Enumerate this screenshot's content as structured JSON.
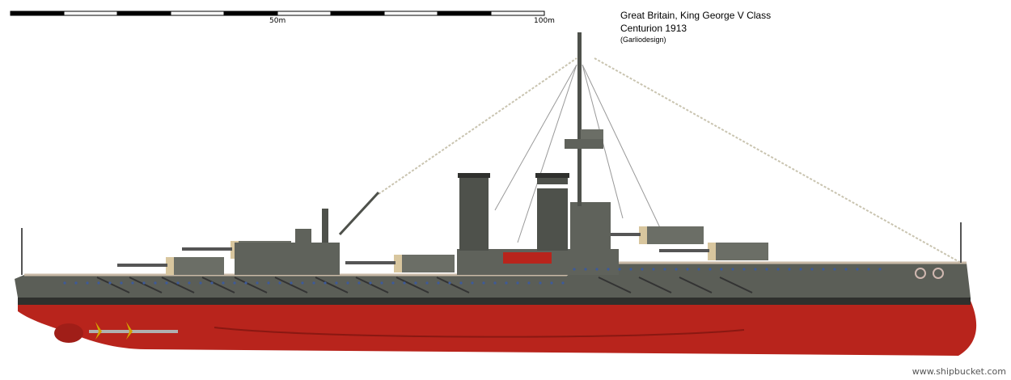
{
  "scale": {
    "label_mid": "50m",
    "label_end": "100m"
  },
  "title": {
    "line1": "Great Britain, King George V Class",
    "line2": "Centurion 1913",
    "designer": "(Garliodesign)"
  },
  "credit": "www.shipbucket.com",
  "colors": {
    "hull_upper": "#5b5e57",
    "hull_lower": "#b8241c",
    "boot_top": "#2f302d",
    "deck": "#c8b9a6",
    "turret": "#6b6e66",
    "turret_face": "#d8c69e",
    "funnel": "#4e514b",
    "porthole": "#3d5a9a",
    "rigging": "#bbbbaa"
  }
}
